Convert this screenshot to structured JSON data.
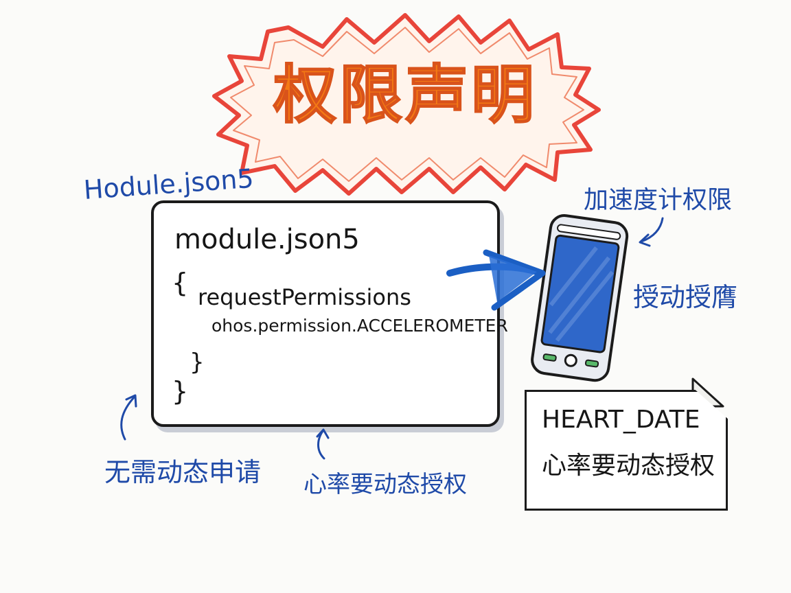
{
  "title": "权限声明",
  "file_tag": "Hodule.json5",
  "code": {
    "file_name": "module.json5",
    "brace_open": "{",
    "request_permissions": "requestPermissions",
    "permission": "ohos.permission.ACCELEROMETER",
    "brace_inner_close": "}",
    "brace_close": "}"
  },
  "labels": {
    "accelerometer_permission": "加速度计权限",
    "manual_authorization": "授动授膺",
    "no_dynamic_request": "无需动态申请",
    "heart_rate_dynamic": "心率要动态授权"
  },
  "note": {
    "title": "HEART_DATE",
    "subtitle": "心率要动态授权"
  },
  "colors": {
    "title_fill": "#f47a14",
    "burst_outline": "#e8453a",
    "label_blue": "#1f4aa8",
    "arrow_blue": "#1b5fc4",
    "screen_blue": "#2f67c9"
  }
}
